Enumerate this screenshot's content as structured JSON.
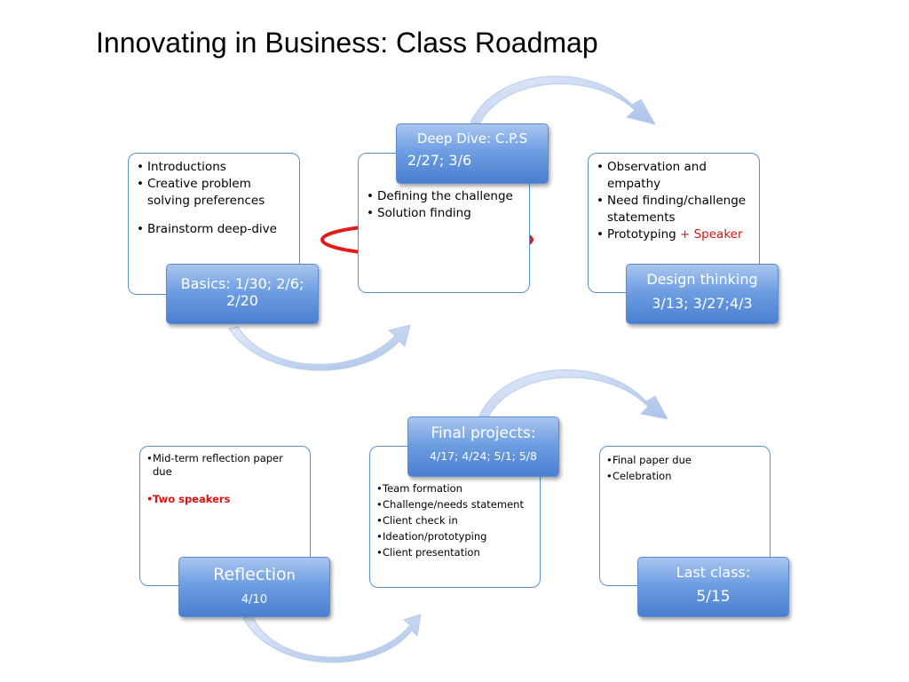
{
  "title": "Innovating in Business: Class Roadmap",
  "colors": {
    "accent_blue": "#4f81bd",
    "speaker_red": "#e01010",
    "highlight_red": "#e31b1b"
  },
  "stages": [
    {
      "label_line1": "Basics: 1/30; 2/6;",
      "label_line2": "2/20",
      "bullets": [
        "Introductions",
        "Creative problem solving preferences",
        "Brainstorm deep-dive"
      ]
    },
    {
      "label_line1": "Deep Dive: C.P.S",
      "label_line2": "2/27; 3/6",
      "bullets": [
        "Defining the challenge",
        "Solution finding"
      ]
    },
    {
      "label_line1": "Design thinking",
      "label_line2": "3/13; 3/27;4/3",
      "bullets": [
        "Observation and empathy",
        "Need finding/challenge statements",
        "Prototyping"
      ],
      "extra": "+ Speaker"
    },
    {
      "label_line1": "Reflectio",
      "label_line1b": "n",
      "label_line2": "4/10",
      "bullets": [
        "Mid-term reflection paper due",
        "Two speakers"
      ]
    },
    {
      "label_line1": "Final projects:",
      "label_line2": "4/17; 4/24; 5/1; 5/8",
      "bullets": [
        "Team formation",
        "Challenge/needs statement",
        "Client check in",
        "Ideation/prototyping",
        "Client presentation"
      ]
    },
    {
      "label_line1": "Last class:",
      "label_line2": "5/15",
      "bullets": [
        "Final paper due",
        "Celebration"
      ]
    }
  ]
}
